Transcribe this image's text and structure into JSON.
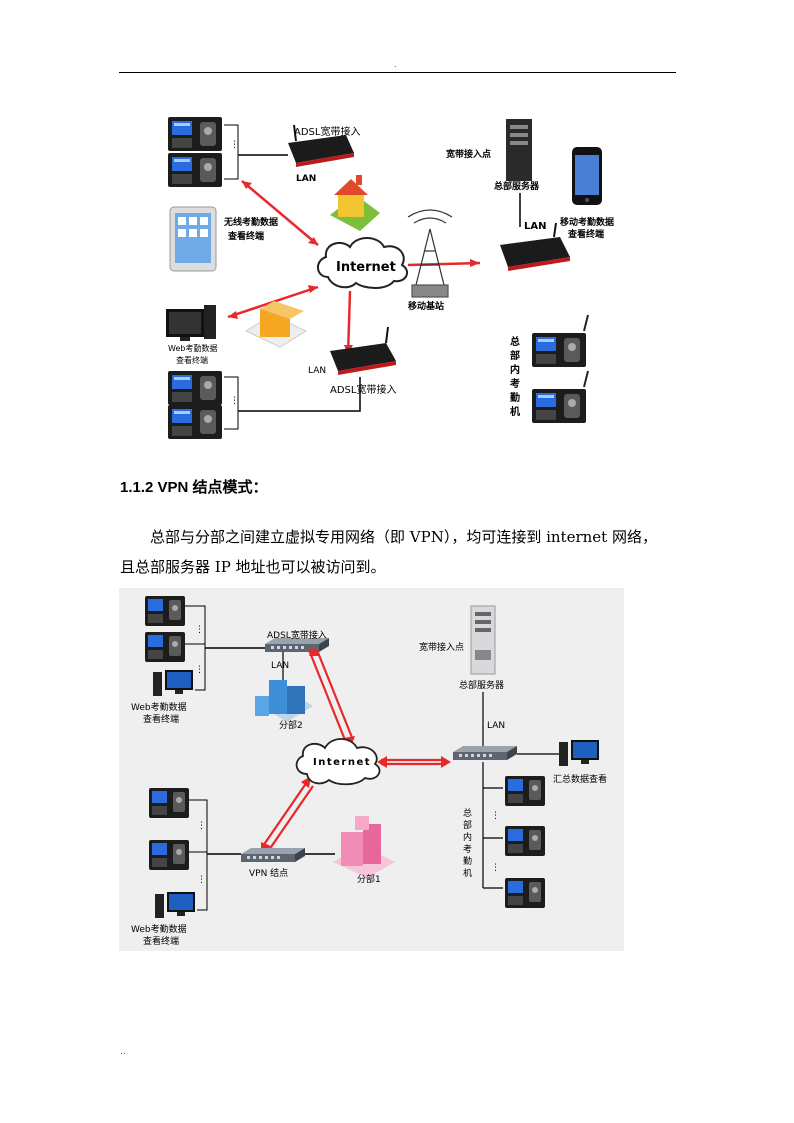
{
  "page": {
    "header_mark": ".",
    "footer_mark": ".."
  },
  "figure1": {
    "adsl_top": "ADSL宽带接入",
    "lan_top": "LAN",
    "wireless_terminal": [
      "无线考勤数据",
      "查看终端"
    ],
    "internet": "Internet",
    "web_terminal": [
      "Web考勤数据",
      "查看终端"
    ],
    "lan_bottom": "LAN",
    "adsl_bottom": "ADSL宽带接入",
    "broadband_point": "宽带接入点",
    "hq_server": "总部服务器",
    "lan_right": "LAN",
    "mobile_terminal": [
      "移动考勤数据",
      "查看终端"
    ],
    "base_station": "移动基站",
    "hq_attendance": [
      "总",
      "部",
      "内",
      "考",
      "勤",
      "机"
    ]
  },
  "section": {
    "heading": "1.1.2 VPN 结点模式：",
    "paragraph_line1": "总部与分部之间建立虚拟专用网络（即 VPN），均可连接到 internet 网络，",
    "paragraph_line2": "且总部服务器 IP 地址也可以被访问到。"
  },
  "figure2": {
    "adsl": "ADSL宽带接入",
    "lan_left": "LAN",
    "branch2": "分部2",
    "web_terminal_top": [
      "Web考勤数据",
      "查看终端"
    ],
    "internet": "Internet",
    "vpn_node": "VPN 结点",
    "branch1": "分部1",
    "web_terminal_bottom": [
      "Web考勤数据",
      "查看终端"
    ],
    "broadband_point": "宽带接入点",
    "hq_server": "总部服务器",
    "lan_right": "LAN",
    "summary_view": "汇总数据查看",
    "hq_attendance": [
      "总",
      "部",
      "内",
      "考",
      "勤",
      "机"
    ]
  },
  "colors": {
    "arrow_red": "#e8282a",
    "router_dark": "#1b1b1b",
    "router_red": "#c0191c",
    "cloud_fill": "#ffffff",
    "building_blue": "#3f8fd8",
    "building_pink": "#f28bb5",
    "building_orange": "#f5a623",
    "figure2_bg": "#efefef"
  }
}
